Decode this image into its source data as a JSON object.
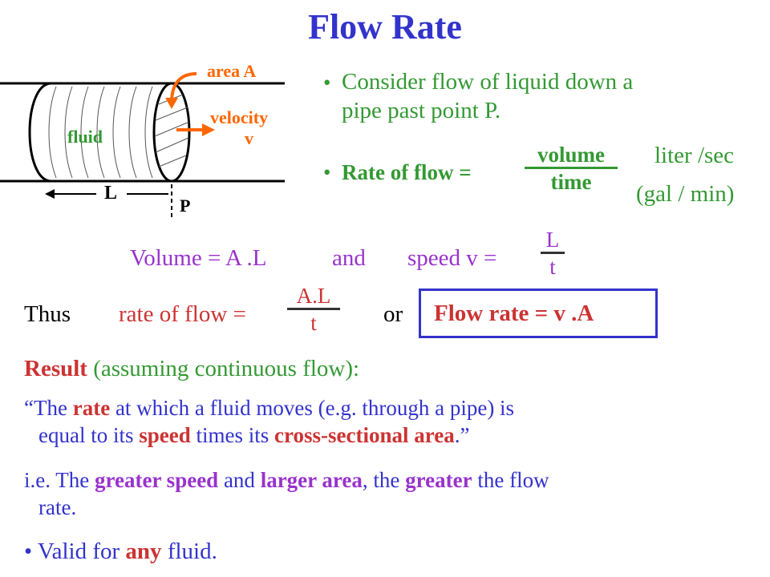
{
  "title": "Flow Rate",
  "diagram": {
    "area_label": "area A",
    "fluid_label": "fluid",
    "velocity_label": "velocity",
    "v_label": "v",
    "L_label": "L",
    "P_label": "P"
  },
  "bullets": {
    "b1_line1": "Consider flow of liquid down a",
    "b1_line2": "pipe past point P.",
    "rate_label": "Rate of flow =",
    "volume": "volume",
    "time": "time",
    "units1": "liter /sec",
    "units2": "(gal / min)"
  },
  "equations": {
    "volume_eq": "Volume = A .L",
    "and": "and",
    "speed_eq": "speed v =",
    "L": "L",
    "t": "t",
    "thus": "Thus",
    "rate_of_flow": "rate of flow =",
    "AL": "A.L",
    "t2": "t",
    "or": "or",
    "boxed": "Flow rate = v .A"
  },
  "result": {
    "word": "Result",
    "rest": "(assuming continuous flow):"
  },
  "quote": {
    "p1": "“The ",
    "rate": "rate",
    "p2": " at which a fluid moves (e.g. through a pipe) is",
    "p3": "equal to its ",
    "speed": "speed",
    "p4": " times its ",
    "area": "cross-sectional area",
    "p5": ".”"
  },
  "ie": {
    "p1": "i.e. The ",
    "gs": "greater speed",
    "p2": " and ",
    "la": "larger area",
    "p3": ", the ",
    "g": "greater",
    "p4": " the flow",
    "p5": "rate."
  },
  "valid": {
    "bullet": "•",
    "p1": "Valid for ",
    "any": "any",
    "p2": " fluid."
  },
  "colors": {
    "title": "#3333cc",
    "text_green": "#339933",
    "emphasis_red": "#cc3333",
    "emphasis_purple": "#9933cc",
    "diagram_orange": "#ff6600",
    "box_border": "#3333cc"
  }
}
